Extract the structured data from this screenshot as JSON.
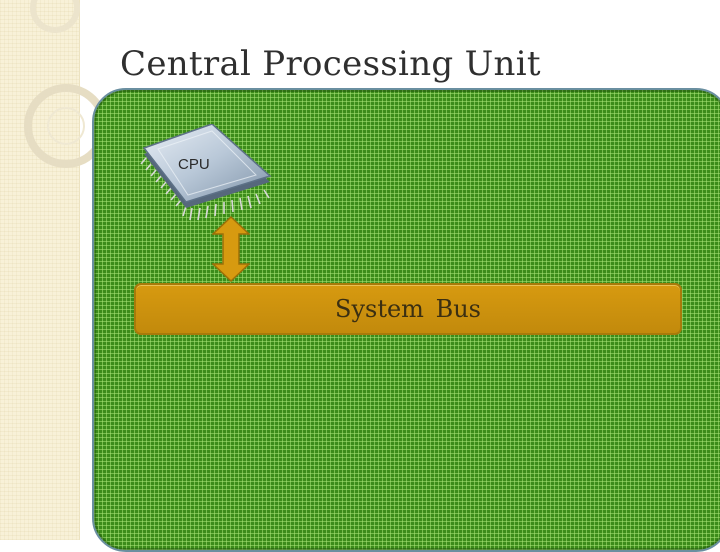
{
  "slide": {
    "title": "Central Processing Unit"
  },
  "cpu": {
    "label": "CPU",
    "icon": "cpu-chip-icon"
  },
  "bus": {
    "label": "System Bus"
  },
  "colors": {
    "board": "#3c8c1a",
    "bus": "#d79a10",
    "arrow": "#d79a10",
    "strip": "#f8f1d8"
  }
}
